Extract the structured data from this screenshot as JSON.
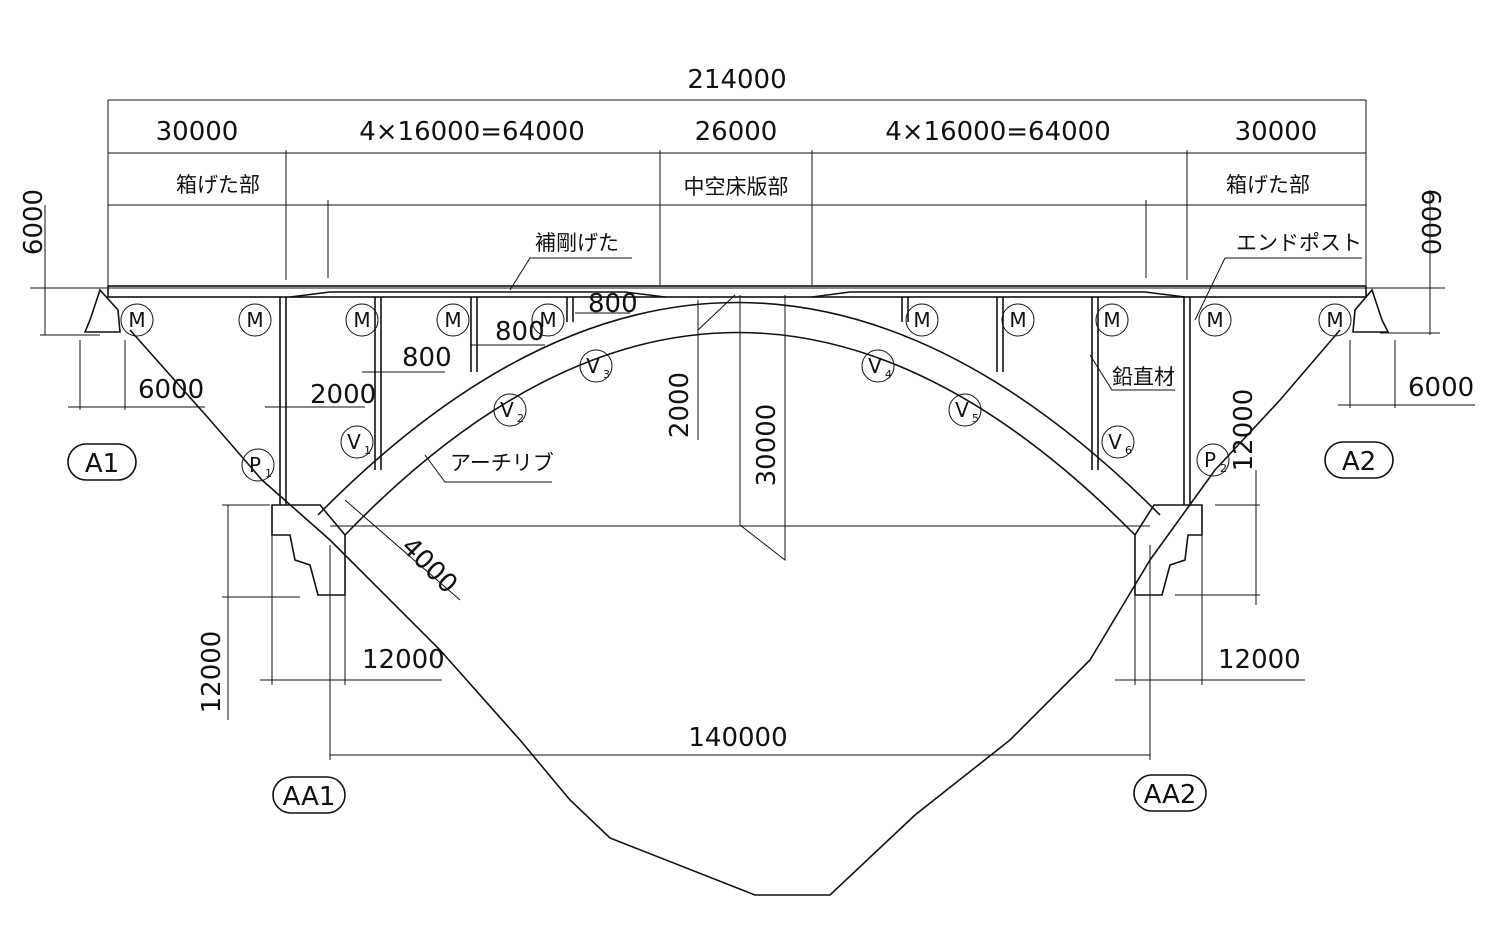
{
  "title_dimensions": {
    "total": "214000",
    "spans": [
      "30000",
      "4×16000=64000",
      "26000",
      "4×16000=64000",
      "30000"
    ]
  },
  "sections": {
    "box_girder_left": "箱げた部",
    "hollow_slab": "中空床版部",
    "box_girder_right": "箱げた部"
  },
  "labels": {
    "stiffening_girder": "補剛げた",
    "end_post": "エンドポスト",
    "vertical_member": "鉛直材",
    "arch_rib": "アーチリブ"
  },
  "dimensions": {
    "left_height": "6000",
    "right_height": "6000",
    "d800_a": "800",
    "d800_b": "800",
    "d800_c": "800",
    "d2000_h": "2000",
    "left_6000": "6000",
    "right_6000": "6000",
    "crown_2000": "2000",
    "rise_30000": "30000",
    "right_12000_v": "12000",
    "rib_4000": "4000",
    "left_12000_v": "12000",
    "left_12000_h": "12000",
    "right_12000_h": "12000",
    "span_140000": "140000"
  },
  "supports": {
    "a1": "A1",
    "a2": "A2",
    "aa1": "AA1",
    "aa2": "AA2"
  },
  "markers": {
    "m": "M",
    "v": [
      "V",
      "1",
      "V",
      "2",
      "V",
      "3",
      "V",
      "4",
      "V",
      "5",
      "V",
      "6"
    ],
    "p": [
      "P",
      "1",
      "P",
      "2"
    ]
  }
}
